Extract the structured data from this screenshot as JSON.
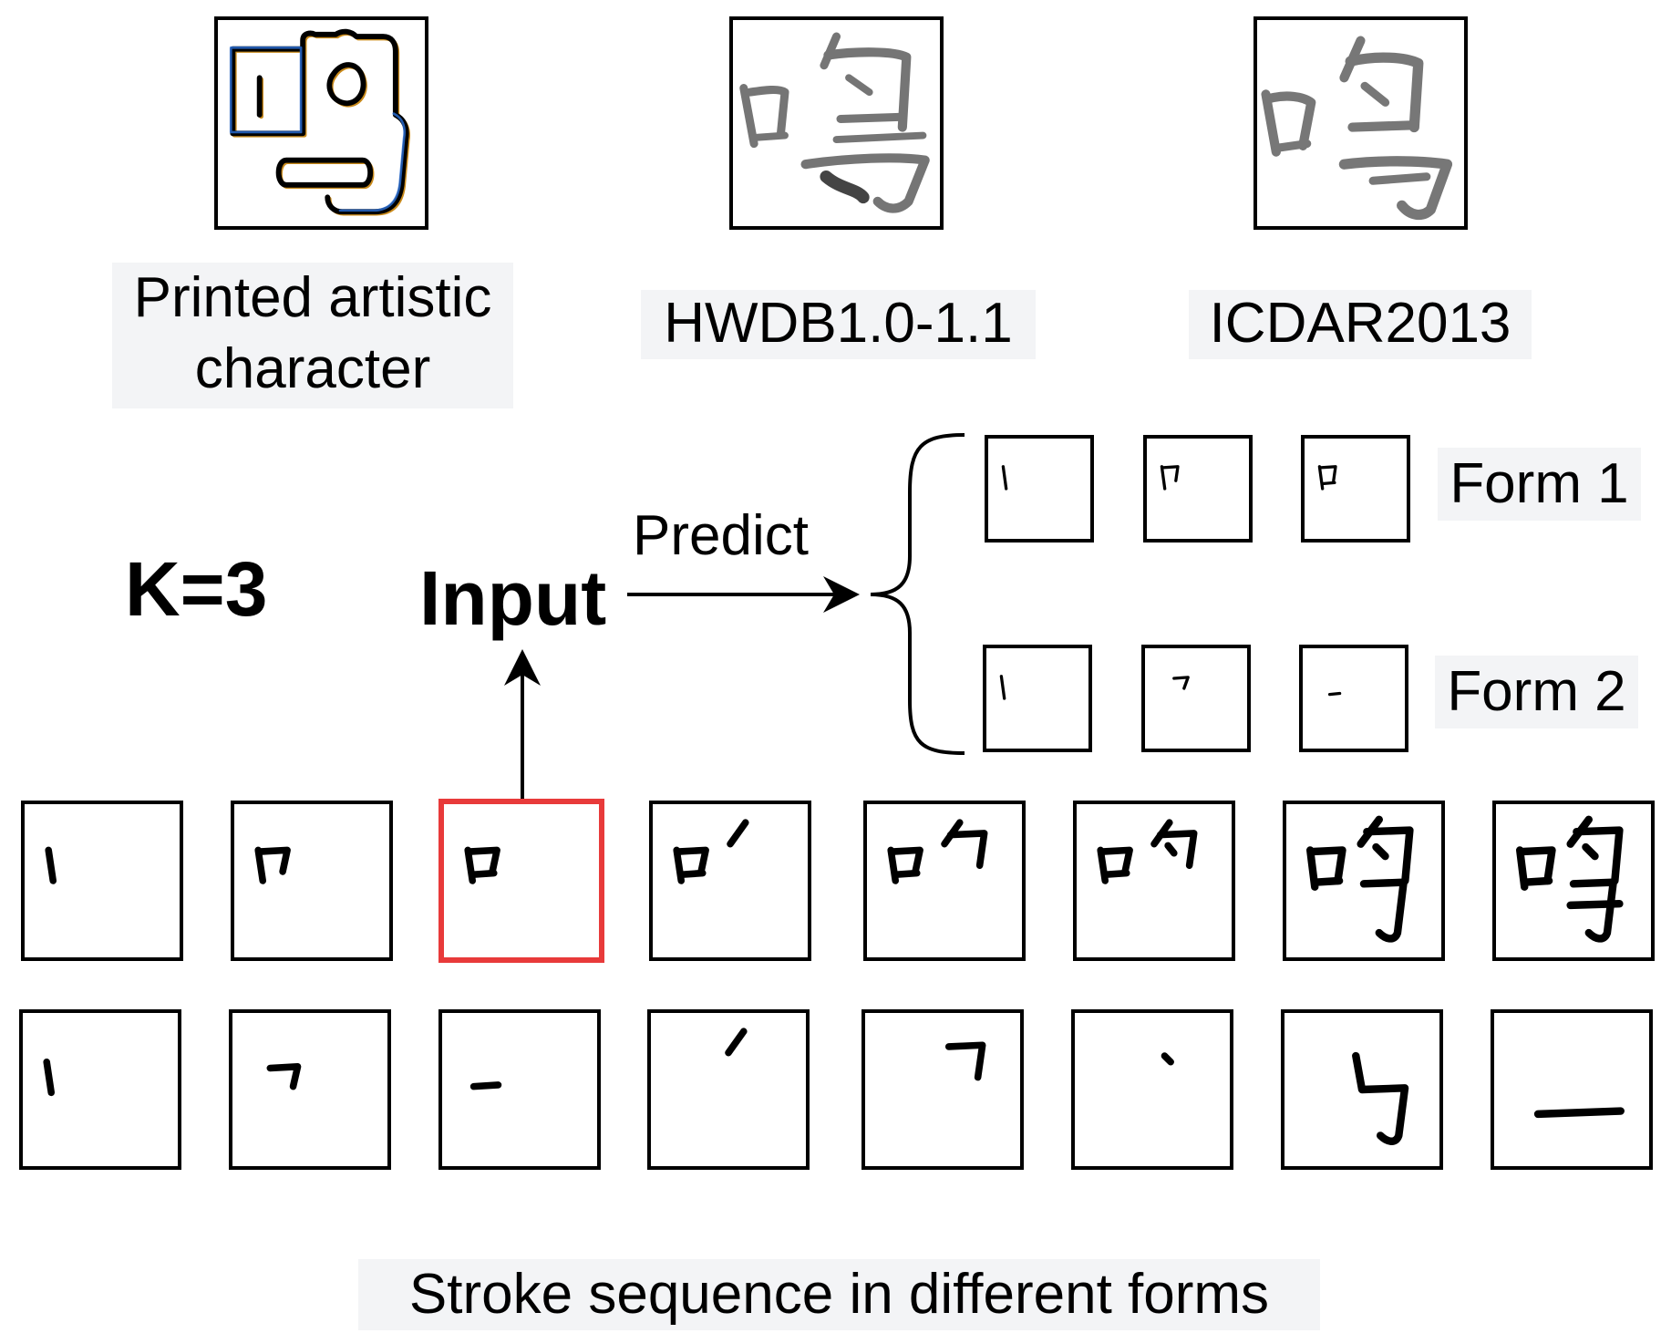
{
  "datasets": [
    {
      "caption_line1": "Printed artistic",
      "caption_line2": "character",
      "icon": "artistic-outline-character-icon"
    },
    {
      "caption": "HWDB1.0-1.1",
      "icon": "handwritten-character-hwdb-icon"
    },
    {
      "caption": "ICDAR2013",
      "icon": "handwritten-character-icdar-icon"
    }
  ],
  "k_label": "K=3",
  "input_label": "Input",
  "predict_label": "Predict",
  "forms": [
    {
      "label": "Form 1",
      "icon": "form1-partial-strokes-icon"
    },
    {
      "label": "Form 2",
      "icon": "form2-single-strokes-icon"
    }
  ],
  "stroke_sequence": {
    "title": "Stroke sequence in different forms",
    "cumulative_icon": "cumulative-stroke-icon",
    "single_icon": "single-stroke-icon",
    "count": 8,
    "highlight_index": 3,
    "colors": {
      "highlight": "#e83a3a",
      "stroke": "#000000"
    }
  }
}
